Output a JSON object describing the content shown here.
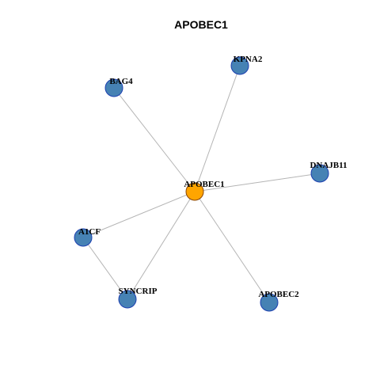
{
  "title": "APOBEC1",
  "colors": {
    "background": "#ffffff",
    "edge": "#b4b4b4",
    "center_node_fill": "#ffa500",
    "center_node_stroke": "#8b4500",
    "node_fill": "#4682b4",
    "node_stroke": "#1c3fb0"
  },
  "nodes": [
    {
      "id": "APOBEC1",
      "label": "APOBEC1",
      "center": true
    },
    {
      "id": "KPNA2",
      "label": "KPNA2",
      "center": false
    },
    {
      "id": "BAG4",
      "label": "BAG4",
      "center": false
    },
    {
      "id": "DNAJB11",
      "label": "DNAJB11",
      "center": false
    },
    {
      "id": "A1CF",
      "label": "A1CF",
      "center": false
    },
    {
      "id": "SYNCRIP",
      "label": "SYNCRIP",
      "center": false
    },
    {
      "id": "APOBEC2",
      "label": "APOBEC2",
      "center": false
    }
  ],
  "edges": [
    {
      "source": "APOBEC1",
      "target": "KPNA2"
    },
    {
      "source": "APOBEC1",
      "target": "BAG4"
    },
    {
      "source": "APOBEC1",
      "target": "DNAJB11"
    },
    {
      "source": "APOBEC1",
      "target": "A1CF"
    },
    {
      "source": "APOBEC1",
      "target": "SYNCRIP"
    },
    {
      "source": "APOBEC1",
      "target": "APOBEC2"
    },
    {
      "source": "A1CF",
      "target": "SYNCRIP"
    }
  ]
}
